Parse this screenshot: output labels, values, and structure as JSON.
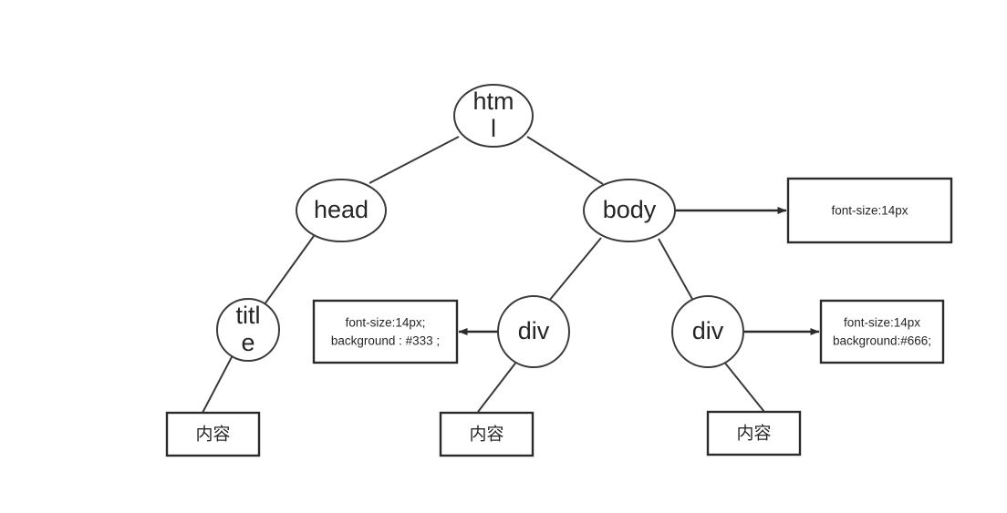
{
  "diagram": {
    "title": "HTML DOM tree with CSS annotations",
    "colors": {
      "stroke": "#3a3a3a",
      "arrow_stroke": "#2b2b2b",
      "text": "#262626",
      "background": "#ffffff"
    },
    "nodes": {
      "html": {
        "label_line1": "htm",
        "label_line2": "l"
      },
      "head": {
        "label": "head"
      },
      "body": {
        "label": "body"
      },
      "title": {
        "label_line1": "titl",
        "label_line2": "e"
      },
      "div_left": {
        "label": "div"
      },
      "div_right": {
        "label": "div"
      }
    },
    "annotations": {
      "body_style": {
        "line1": "font-size:14px"
      },
      "div_left_style": {
        "line1": "font-size:14px;",
        "line2": "background : #333 ;"
      },
      "div_right_style": {
        "line1": "font-size:14px",
        "line2": "background:#666;"
      }
    },
    "content_boxes": {
      "title_content": {
        "label": "内容"
      },
      "div_left_content": {
        "label": "内容"
      },
      "div_right_content": {
        "label": "内容"
      }
    }
  }
}
